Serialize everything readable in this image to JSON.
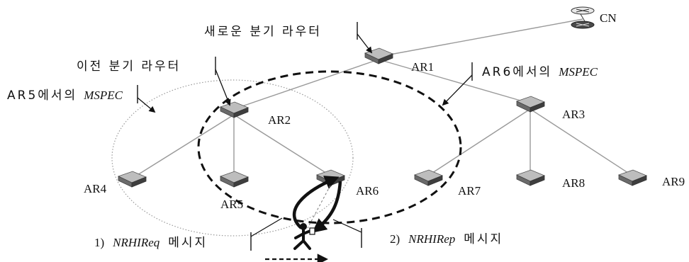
{
  "nodes": {
    "cn": "CN",
    "ar1": "AR1",
    "ar2": "AR2",
    "ar3": "AR3",
    "ar4": "AR4",
    "ar5": "AR5",
    "ar6": "AR6",
    "ar7": "AR7",
    "ar8": "AR8",
    "ar9": "AR9"
  },
  "labels": {
    "new_branch_router": "새로운 분기 라우터",
    "old_branch_router": "이전 분기 라우터",
    "ar6_mspec_prefix": "AR6에서의",
    "ar5_mspec_prefix": "AR5에서의",
    "mspec": "MSPEC",
    "req_num": "1)",
    "req_name": "NRHIReq",
    "rep_num": "2)",
    "rep_name": "NRHIRep",
    "message_suffix": "메시지"
  },
  "colors": {
    "line": "#9a9a9a",
    "ink": "#111111",
    "router_top": "#b9b9b9",
    "router_side": "#4a4a4a"
  }
}
